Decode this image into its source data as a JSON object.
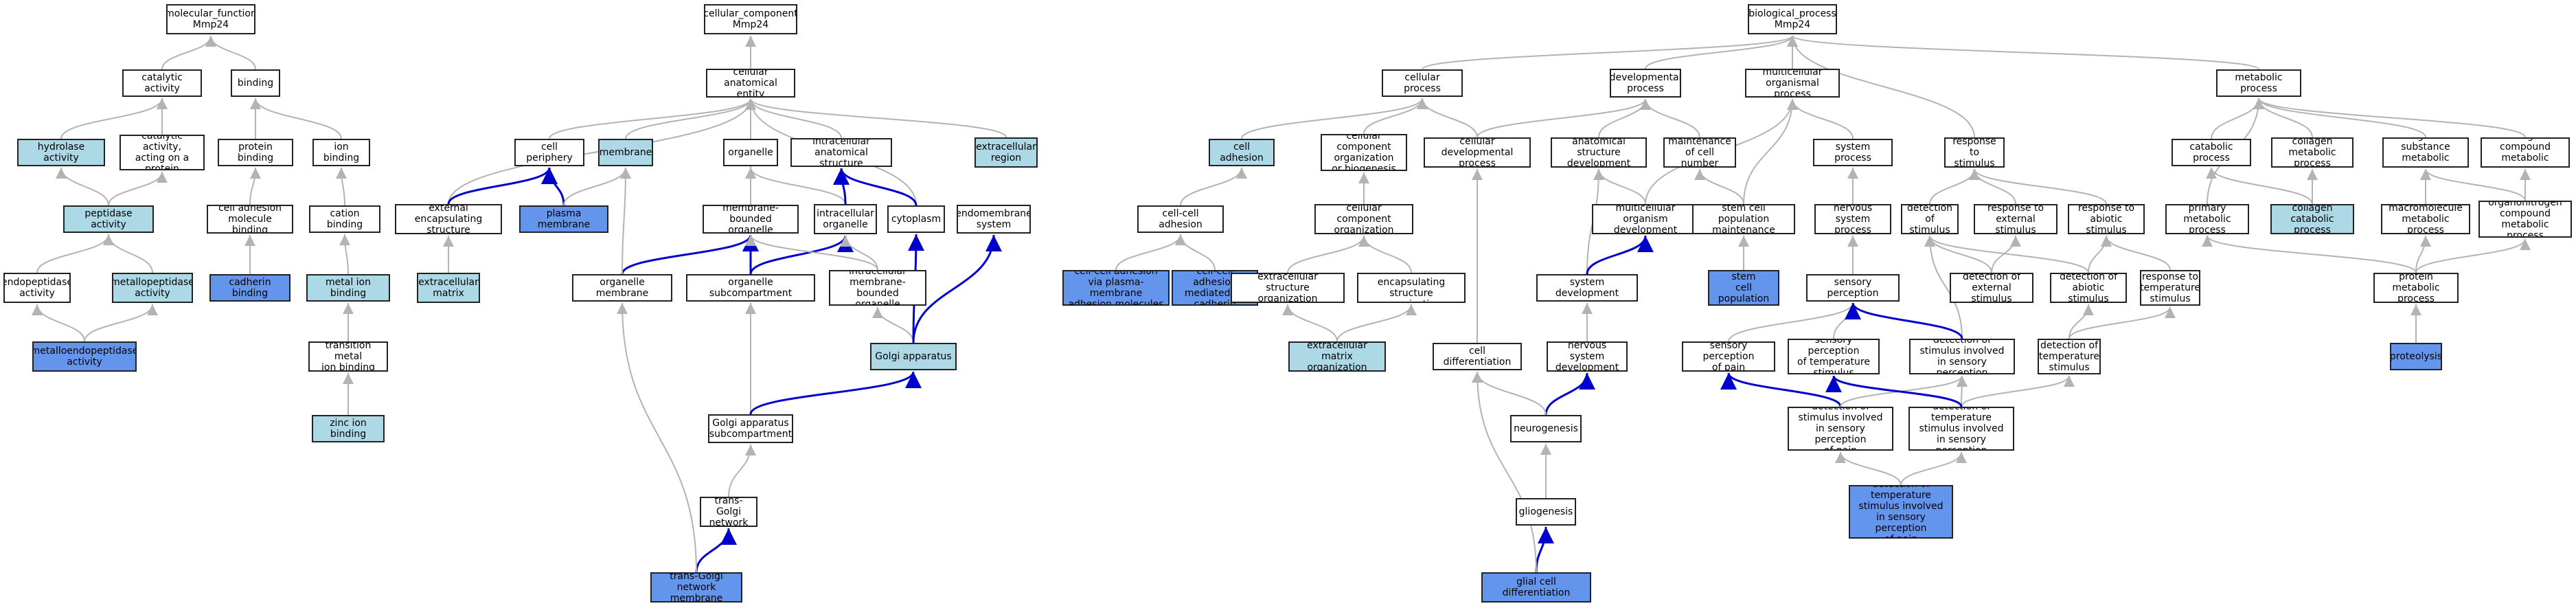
{
  "colors": {
    "light": "#add8e6",
    "dark": "#6495ed",
    "edge_gray": "#b3b3b3",
    "edge_blue": "#0000cd",
    "border": "#222222"
  },
  "nodes": [
    {
      "id": "mf_root",
      "label": "molecular_function\nMmp24",
      "color": "white"
    },
    {
      "id": "cat_act",
      "label": "catalytic activity",
      "color": "white"
    },
    {
      "id": "binding",
      "label": "binding",
      "color": "white"
    },
    {
      "id": "hydrolase",
      "label": "hydrolase activity",
      "color": "light"
    },
    {
      "id": "cat_peptide",
      "label": "catalytic activity,\nacting on a\nprotein",
      "color": "white"
    },
    {
      "id": "protein_binding",
      "label": "protein binding",
      "color": "white"
    },
    {
      "id": "ion_binding",
      "label": "ion binding",
      "color": "white"
    },
    {
      "id": "peptidase",
      "label": "peptidase activity",
      "color": "light"
    },
    {
      "id": "cell_adh_mol_binding",
      "label": "cell adhesion\nmolecule binding",
      "color": "white"
    },
    {
      "id": "cation_binding",
      "label": "cation binding",
      "color": "white"
    },
    {
      "id": "endopeptidase",
      "label": "endopeptidase\nactivity",
      "color": "white"
    },
    {
      "id": "metallopeptidase",
      "label": "metallopeptidase\nactivity",
      "color": "light"
    },
    {
      "id": "cadherin_binding",
      "label": "cadherin binding",
      "color": "dark"
    },
    {
      "id": "metal_ion_binding",
      "label": "metal ion binding",
      "color": "light"
    },
    {
      "id": "metalloendopeptidase",
      "label": "metalloendopeptidase\nactivity",
      "color": "dark"
    },
    {
      "id": "transition_metal",
      "label": "transition metal\nion binding",
      "color": "white"
    },
    {
      "id": "zinc_ion",
      "label": "zinc ion binding",
      "color": "light"
    },
    {
      "id": "cc_root",
      "label": "cellular_component\nMmp24",
      "color": "white"
    },
    {
      "id": "cell_anat",
      "label": "cellular anatomical\nentity",
      "color": "white"
    },
    {
      "id": "cell_periphery",
      "label": "cell periphery",
      "color": "white"
    },
    {
      "id": "membrane",
      "label": "membrane",
      "color": "light"
    },
    {
      "id": "organelle",
      "label": "organelle",
      "color": "white"
    },
    {
      "id": "intracell_anat",
      "label": "intracellular\nanatomical structure",
      "color": "white"
    },
    {
      "id": "extracell_region",
      "label": "extracellular\nregion",
      "color": "light"
    },
    {
      "id": "ext_encaps",
      "label": "external encapsulating\nstructure",
      "color": "white"
    },
    {
      "id": "plasma_membrane",
      "label": "plasma membrane",
      "color": "dark"
    },
    {
      "id": "mb_organelle",
      "label": "membrane-bounded\norganelle",
      "color": "white"
    },
    {
      "id": "intracell_organelle",
      "label": "intracellular\norganelle",
      "color": "white"
    },
    {
      "id": "cytoplasm",
      "label": "cytoplasm",
      "color": "white"
    },
    {
      "id": "endomembrane",
      "label": "endomembrane\nsystem",
      "color": "white"
    },
    {
      "id": "extracell_matrix",
      "label": "extracellular\nmatrix",
      "color": "light"
    },
    {
      "id": "organelle_membrane",
      "label": "organelle membrane",
      "color": "white"
    },
    {
      "id": "organelle_subcomp",
      "label": "organelle subcompartment",
      "color": "white"
    },
    {
      "id": "intracell_mb_organelle",
      "label": "intracellular\nmembrane-bounded\norganelle",
      "color": "white"
    },
    {
      "id": "golgi",
      "label": "Golgi apparatus",
      "color": "light"
    },
    {
      "id": "golgi_subcomp",
      "label": "Golgi apparatus\nsubcompartment",
      "color": "white"
    },
    {
      "id": "trans_golgi",
      "label": "trans-Golgi\nnetwork",
      "color": "white"
    },
    {
      "id": "trans_golgi_mb",
      "label": "trans-Golgi\nnetwork membrane",
      "color": "dark"
    },
    {
      "id": "bp_root",
      "label": "biological_process\nMmp24",
      "color": "white"
    },
    {
      "id": "cellular_process",
      "label": "cellular process",
      "color": "white"
    },
    {
      "id": "developmental_process",
      "label": "developmental\nprocess",
      "color": "white"
    },
    {
      "id": "multicellular_process",
      "label": "multicellular\norganismal process",
      "color": "white"
    },
    {
      "id": "metabolic_process",
      "label": "metabolic process",
      "color": "white"
    },
    {
      "id": "cell_adhesion",
      "label": "cell adhesion",
      "color": "light"
    },
    {
      "id": "cc_org_biogenesis",
      "label": "cellular component\norganization\nor biogenesis",
      "color": "white"
    },
    {
      "id": "cell_dev_process",
      "label": "cellular developmental\nprocess",
      "color": "white"
    },
    {
      "id": "anat_struct_dev",
      "label": "anatomical structure\ndevelopment",
      "color": "white"
    },
    {
      "id": "maint_cell_number",
      "label": "maintenance\nof cell number",
      "color": "white"
    },
    {
      "id": "system_process",
      "label": "system process",
      "color": "white"
    },
    {
      "id": "response_stimulus",
      "label": "response to\nstimulus",
      "color": "white"
    },
    {
      "id": "catabolic",
      "label": "catabolic process",
      "color": "white"
    },
    {
      "id": "collagen_metabolic",
      "label": "collagen metabolic\nprocess",
      "color": "white"
    },
    {
      "id": "organic_substance",
      "label": "organic substance\nmetabolic process",
      "color": "white"
    },
    {
      "id": "nitrogen_compound",
      "label": "nitrogen compound\nmetabolic process",
      "color": "white"
    },
    {
      "id": "cell_cell_adhesion",
      "label": "cell-cell adhesion",
      "color": "white"
    },
    {
      "id": "cc_organization",
      "label": "cellular component\norganization",
      "color": "white"
    },
    {
      "id": "multicell_org_dev",
      "label": "multicellular\norganism development",
      "color": "white"
    },
    {
      "id": "stem_cell_pop",
      "label": "stem cell population\nmaintenance",
      "color": "white"
    },
    {
      "id": "nervous_system_proc",
      "label": "nervous system\nprocess",
      "color": "white"
    },
    {
      "id": "detection_stimulus",
      "label": "detection of\nstimulus",
      "color": "white"
    },
    {
      "id": "response_external",
      "label": "response to\nexternal stimulus",
      "color": "white"
    },
    {
      "id": "response_abiotic",
      "label": "response to\nabiotic stimulus",
      "color": "white"
    },
    {
      "id": "primary_metabolic",
      "label": "primary metabolic\nprocess",
      "color": "white"
    },
    {
      "id": "collagen_catabolic",
      "label": "collagen catabolic\nprocess",
      "color": "light"
    },
    {
      "id": "macromolecule",
      "label": "macromolecule\nmetabolic process",
      "color": "white"
    },
    {
      "id": "organonitrogen",
      "label": "organonitrogen\ncompound metabolic\nprocess",
      "color": "white"
    },
    {
      "id": "cc_adh_pm",
      "label": "cell-cell adhesion\nvia plasma-membrane\nadhesion molecules",
      "color": "dark"
    },
    {
      "id": "cc_adh_cadherin",
      "label": "cell-cell adhesion\nmediated by\ncadherin",
      "color": "dark"
    },
    {
      "id": "ext_struct_org",
      "label": "extracellular\nstructure organization",
      "color": "white"
    },
    {
      "id": "ext_encaps_org",
      "label": "external encapsulating\nstructure organization",
      "color": "white"
    },
    {
      "id": "system_dev",
      "label": "system development",
      "color": "white"
    },
    {
      "id": "neuronal_stem",
      "label": "neuronal stem\ncell population\nmaintenance",
      "color": "dark"
    },
    {
      "id": "sensory_perception",
      "label": "sensory perception",
      "color": "white"
    },
    {
      "id": "detection_external",
      "label": "detection of\nexternal stimulus",
      "color": "white"
    },
    {
      "id": "detection_abiotic",
      "label": "detection of\nabiotic stimulus",
      "color": "white"
    },
    {
      "id": "response_temp",
      "label": "response to\ntemperature\nstimulus",
      "color": "white"
    },
    {
      "id": "protein_metabolic",
      "label": "protein metabolic\nprocess",
      "color": "white"
    },
    {
      "id": "ecm_org",
      "label": "extracellular\nmatrix organization",
      "color": "light"
    },
    {
      "id": "cell_diff",
      "label": "cell differentiation",
      "color": "white"
    },
    {
      "id": "nervous_system_dev",
      "label": "nervous system\ndevelopment",
      "color": "white"
    },
    {
      "id": "sensory_pain",
      "label": "sensory perception\nof pain",
      "color": "white"
    },
    {
      "id": "sensory_temp",
      "label": "sensory perception\nof temperature\nstimulus",
      "color": "white"
    },
    {
      "id": "detection_sensory",
      "label": "detection of\nstimulus involved\nin sensory perception",
      "color": "white"
    },
    {
      "id": "detection_temp",
      "label": "detection of\ntemperature\nstimulus",
      "color": "white"
    },
    {
      "id": "proteolysis",
      "label": "proteolysis",
      "color": "dark"
    },
    {
      "id": "neurogenesis",
      "label": "neurogenesis",
      "color": "white"
    },
    {
      "id": "detection_pain",
      "label": "detection of\nstimulus involved\nin sensory perception\nof pain",
      "color": "white"
    },
    {
      "id": "detection_temp_sensory",
      "label": "detection of\ntemperature\nstimulus involved\nin sensory perception",
      "color": "white"
    },
    {
      "id": "detection_temp_pain",
      "label": "detection of\ntemperature\nstimulus involved\nin sensory perception\nof pain",
      "color": "dark"
    },
    {
      "id": "gliogenesis",
      "label": "gliogenesis",
      "color": "white"
    },
    {
      "id": "glial_diff",
      "label": "glial cell differentiation",
      "color": "dark"
    }
  ],
  "edges": [
    [
      "cat_act",
      "mf_root",
      "gray"
    ],
    [
      "binding",
      "mf_root",
      "gray"
    ],
    [
      "hydrolase",
      "cat_act",
      "gray"
    ],
    [
      "cat_peptide",
      "cat_act",
      "gray"
    ],
    [
      "protein_binding",
      "binding",
      "gray"
    ],
    [
      "ion_binding",
      "binding",
      "gray"
    ],
    [
      "peptidase",
      "hydrolase",
      "gray"
    ],
    [
      "peptidase",
      "cat_peptide",
      "gray"
    ],
    [
      "cell_adh_mol_binding",
      "protein_binding",
      "gray"
    ],
    [
      "cation_binding",
      "ion_binding",
      "gray"
    ],
    [
      "endopeptidase",
      "peptidase",
      "gray"
    ],
    [
      "metallopeptidase",
      "peptidase",
      "gray"
    ],
    [
      "cadherin_binding",
      "cell_adh_mol_binding",
      "gray"
    ],
    [
      "metal_ion_binding",
      "cation_binding",
      "gray"
    ],
    [
      "metalloendopeptidase",
      "endopeptidase",
      "gray"
    ],
    [
      "metalloendopeptidase",
      "metallopeptidase",
      "gray"
    ],
    [
      "transition_metal",
      "metal_ion_binding",
      "gray"
    ],
    [
      "zinc_ion",
      "transition_metal",
      "gray"
    ],
    [
      "cell_anat",
      "cc_root",
      "gray"
    ],
    [
      "cell_periphery",
      "cell_anat",
      "gray"
    ],
    [
      "membrane",
      "cell_anat",
      "gray"
    ],
    [
      "organelle",
      "cell_anat",
      "gray"
    ],
    [
      "intracell_anat",
      "cell_anat",
      "gray"
    ],
    [
      "extracell_region",
      "cell_anat",
      "gray"
    ],
    [
      "ext_encaps",
      "cell_anat",
      "gray"
    ],
    [
      "mb_organelle",
      "cell_anat",
      "gray"
    ],
    [
      "cytoplasm",
      "cell_anat",
      "gray"
    ],
    [
      "ext_encaps",
      "cell_periphery",
      "blue"
    ],
    [
      "plasma_membrane",
      "cell_periphery",
      "blue"
    ],
    [
      "plasma_membrane",
      "membrane",
      "gray"
    ],
    [
      "mb_organelle",
      "organelle",
      "gray"
    ],
    [
      "intracell_organelle",
      "organelle",
      "gray"
    ],
    [
      "intracell_organelle",
      "intracell_anat",
      "blue"
    ],
    [
      "cytoplasm",
      "intracell_anat",
      "blue"
    ],
    [
      "extracell_matrix",
      "ext_encaps",
      "gray"
    ],
    [
      "organelle_membrane",
      "mb_organelle",
      "blue"
    ],
    [
      "organelle_subcomp",
      "mb_organelle",
      "blue"
    ],
    [
      "organelle_subcomp",
      "intracell_organelle",
      "blue"
    ],
    [
      "organelle_membrane",
      "membrane",
      "gray"
    ],
    [
      "intracell_mb_organelle",
      "mb_organelle",
      "gray"
    ],
    [
      "intracell_mb_organelle",
      "intracell_organelle",
      "gray"
    ],
    [
      "golgi",
      "intracell_mb_organelle",
      "gray"
    ],
    [
      "golgi",
      "cytoplasm",
      "blue"
    ],
    [
      "golgi",
      "endomembrane",
      "blue"
    ],
    [
      "golgi_subcomp",
      "organelle_subcomp",
      "gray"
    ],
    [
      "golgi_subcomp",
      "golgi",
      "blue"
    ],
    [
      "trans_golgi",
      "golgi_subcomp",
      "gray"
    ],
    [
      "trans_golgi_mb",
      "trans_golgi",
      "blue"
    ],
    [
      "trans_golgi_mb",
      "organelle_membrane",
      "gray"
    ],
    [
      "cellular_process",
      "bp_root",
      "gray"
    ],
    [
      "developmental_process",
      "bp_root",
      "gray"
    ],
    [
      "multicellular_process",
      "bp_root",
      "gray"
    ],
    [
      "metabolic_process",
      "bp_root",
      "gray"
    ],
    [
      "response_stimulus",
      "bp_root",
      "gray"
    ],
    [
      "cell_adhesion",
      "cellular_process",
      "gray"
    ],
    [
      "cc_org_biogenesis",
      "cellular_process",
      "gray"
    ],
    [
      "cell_dev_process",
      "cellular_process",
      "gray"
    ],
    [
      "cell_dev_process",
      "developmental_process",
      "gray"
    ],
    [
      "anat_struct_dev",
      "developmental_process",
      "gray"
    ],
    [
      "maint_cell_number",
      "developmental_process",
      "gray"
    ],
    [
      "system_process",
      "multicellular_process",
      "gray"
    ],
    [
      "multicell_org_dev",
      "multicellular_process",
      "gray"
    ],
    [
      "catabolic",
      "metabolic_process",
      "gray"
    ],
    [
      "collagen_metabolic",
      "metabolic_process",
      "gray"
    ],
    [
      "organic_substance",
      "metabolic_process",
      "gray"
    ],
    [
      "nitrogen_compound",
      "metabolic_process",
      "gray"
    ],
    [
      "primary_metabolic",
      "metabolic_process",
      "gray"
    ],
    [
      "cell_cell_adhesion",
      "cell_adhesion",
      "gray"
    ],
    [
      "cc_organization",
      "cc_org_biogenesis",
      "gray"
    ],
    [
      "multicell_org_dev",
      "anat_struct_dev",
      "gray"
    ],
    [
      "stem_cell_pop",
      "maint_cell_number",
      "gray"
    ],
    [
      "nervous_system_proc",
      "system_process",
      "gray"
    ],
    [
      "detection_stimulus",
      "response_stimulus",
      "gray"
    ],
    [
      "response_external",
      "response_stimulus",
      "gray"
    ],
    [
      "response_abiotic",
      "response_stimulus",
      "gray"
    ],
    [
      "collagen_catabolic",
      "catabolic",
      "gray"
    ],
    [
      "collagen_catabolic",
      "collagen_metabolic",
      "gray"
    ],
    [
      "macromolecule",
      "organic_substance",
      "gray"
    ],
    [
      "organonitrogen",
      "organic_substance",
      "gray"
    ],
    [
      "organonitrogen",
      "nitrogen_compound",
      "gray"
    ],
    [
      "cc_adh_pm",
      "cell_cell_adhesion",
      "gray"
    ],
    [
      "cc_adh_cadherin",
      "cell_cell_adhesion",
      "gray"
    ],
    [
      "ext_struct_org",
      "cc_organization",
      "gray"
    ],
    [
      "ext_encaps_org",
      "cc_organization",
      "gray"
    ],
    [
      "system_dev",
      "anat_struct_dev",
      "gray"
    ],
    [
      "system_dev",
      "multicell_org_dev",
      "blue"
    ],
    [
      "neuronal_stem",
      "stem_cell_pop",
      "gray"
    ],
    [
      "stem_cell_pop",
      "multicellular_process",
      "gray"
    ],
    [
      "sensory_perception",
      "nervous_system_proc",
      "gray"
    ],
    [
      "detection_external",
      "detection_stimulus",
      "gray"
    ],
    [
      "detection_external",
      "response_external",
      "gray"
    ],
    [
      "detection_abiotic",
      "detection_stimulus",
      "gray"
    ],
    [
      "detection_abiotic",
      "response_abiotic",
      "gray"
    ],
    [
      "response_temp",
      "response_abiotic",
      "gray"
    ],
    [
      "protein_metabolic",
      "primary_metabolic",
      "gray"
    ],
    [
      "protein_metabolic",
      "macromolecule",
      "gray"
    ],
    [
      "protein_metabolic",
      "organonitrogen",
      "gray"
    ],
    [
      "ecm_org",
      "ext_struct_org",
      "gray"
    ],
    [
      "ecm_org",
      "ext_encaps_org",
      "gray"
    ],
    [
      "cell_diff",
      "cell_dev_process",
      "gray"
    ],
    [
      "nervous_system_dev",
      "system_dev",
      "gray"
    ],
    [
      "sensory_pain",
      "sensory_perception",
      "gray"
    ],
    [
      "sensory_temp",
      "sensory_perception",
      "gray"
    ],
    [
      "detection_sensory",
      "detection_stimulus",
      "gray"
    ],
    [
      "detection_sensory",
      "sensory_perception",
      "blue"
    ],
    [
      "detection_temp",
      "detection_abiotic",
      "gray"
    ],
    [
      "detection_temp",
      "response_temp",
      "gray"
    ],
    [
      "proteolysis",
      "protein_metabolic",
      "gray"
    ],
    [
      "neurogenesis",
      "nervous_system_dev",
      "blue"
    ],
    [
      "neurogenesis",
      "cell_diff",
      "gray"
    ],
    [
      "detection_pain",
      "sensory_pain",
      "blue"
    ],
    [
      "detection_pain",
      "detection_sensory",
      "gray"
    ],
    [
      "detection_temp_sensory",
      "detection_temp",
      "gray"
    ],
    [
      "detection_temp_sensory",
      "detection_sensory",
      "gray"
    ],
    [
      "detection_temp_sensory",
      "sensory_temp",
      "blue"
    ],
    [
      "detection_temp_pain",
      "detection_pain",
      "gray"
    ],
    [
      "detection_temp_pain",
      "detection_temp_sensory",
      "gray"
    ],
    [
      "gliogenesis",
      "neurogenesis",
      "gray"
    ],
    [
      "glial_diff",
      "gliogenesis",
      "blue"
    ],
    [
      "glial_diff",
      "cell_diff",
      "gray"
    ]
  ]
}
